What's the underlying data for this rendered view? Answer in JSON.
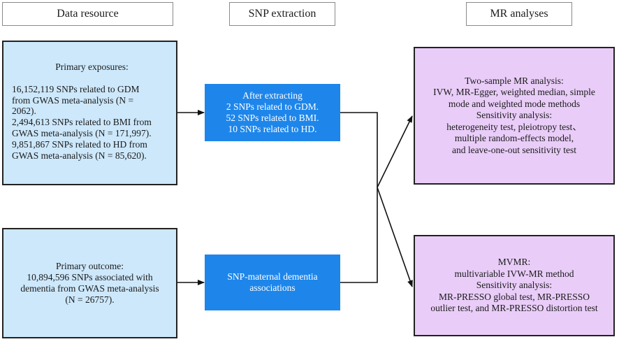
{
  "headers": {
    "data_resource": "Data resource",
    "snp_extraction": "SNP extraction",
    "mr_analyses": "MR analyses"
  },
  "exposures_box": {
    "title": "Primary exposures:",
    "lines": [
      "16,152,119 SNPs related to GDM",
      "from GWAS meta-analysis (N =",
      "2062).",
      "2,494,613 SNPs related to BMI from",
      "GWAS meta-analysis (N = 171,997).",
      "9,851,867 SNPs related to HD from",
      "GWAS meta-analysis (N = 85,620)."
    ]
  },
  "outcome_box": {
    "lines": [
      "Primary outcome:",
      "10,894,596 SNPs associated with",
      "dementia from GWAS meta-analysis",
      "(N = 26757)."
    ]
  },
  "extract_box": {
    "lines": [
      "After extracting",
      "2 SNPs related to GDM.",
      "52 SNPs related to BMI.",
      "10 SNPs related to HD."
    ]
  },
  "assoc_box": {
    "lines": [
      "SNP-maternal dementia",
      "associations"
    ]
  },
  "two_sample_box": {
    "lines": [
      "Two-sample MR analysis:",
      "IVW, MR-Egger, weighted median, simple",
      "mode and weighted mode methods",
      "Sensitivity analysis:",
      "heterogeneity test, pleiotropy test、",
      "multiple random-effects model,",
      "and leave-one-out sensitivity test"
    ]
  },
  "mvmr_box": {
    "lines": [
      "MVMR:",
      "multivariable IVW-MR method",
      "Sensitivity analysis:",
      "MR-PRESSO global test, MR-PRESSO",
      "outlier test, and  MR-PRESSO distortion test"
    ]
  }
}
